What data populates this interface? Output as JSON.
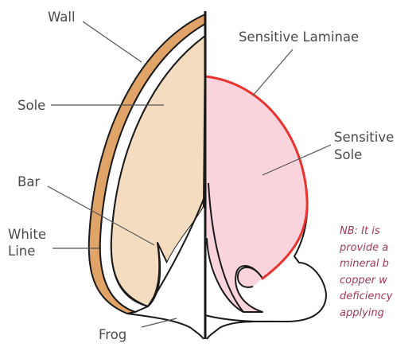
{
  "labels": {
    "wall": "Wall",
    "sole": "Sole",
    "bar": "Bar",
    "white_line": [
      "White",
      "Line"
    ],
    "frog": "Frog",
    "sensitive_laminae": "Sensitive Laminae",
    "sensitive_sole": [
      "Sensitive",
      "Sole"
    ]
  },
  "note_lines": [
    "NB: It is",
    "provide a",
    "mineral b",
    "copper w",
    "deficiency",
    "applying"
  ],
  "colors": {
    "wall": "#e0a468",
    "sole": "#f4dcc0",
    "sensitive_sole": "#fad4dc",
    "sensitive_laminae": "#e8332e",
    "outline": "#1a1a1a",
    "leader": "#555555",
    "note_text": "#a03a5a"
  }
}
